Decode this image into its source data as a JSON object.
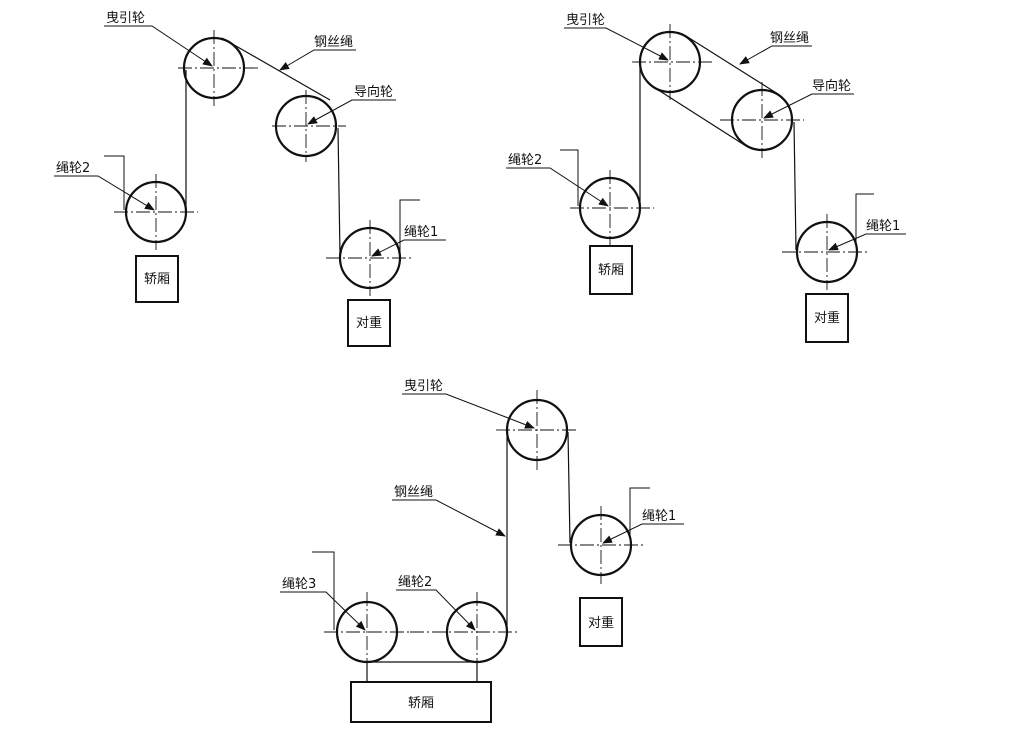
{
  "diagram_a": {
    "traction_wheel": "曳引轮",
    "wire_rope": "钢丝绳",
    "guide_wheel": "导向轮",
    "sheave_2": "绳轮2",
    "sheave_1": "绳轮1",
    "car": "轿厢",
    "counterweight": "对重"
  },
  "diagram_b": {
    "traction_wheel": "曳引轮",
    "wire_rope": "钢丝绳",
    "guide_wheel": "导向轮",
    "sheave_2": "绳轮2",
    "sheave_1": "绳轮1",
    "car": "轿厢",
    "counterweight": "对重"
  },
  "diagram_c": {
    "traction_wheel": "曳引轮",
    "wire_rope": "钢丝绳",
    "sheave_1": "绳轮1",
    "sheave_2": "绳轮2",
    "sheave_3": "绳轮3",
    "car": "轿厢",
    "counterweight": "对重"
  }
}
